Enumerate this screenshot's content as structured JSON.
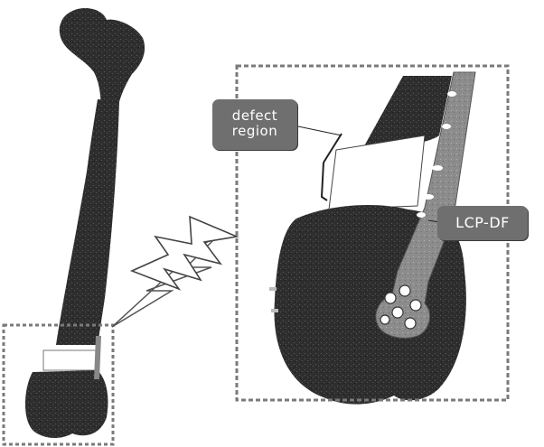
{
  "labels": {
    "defect_line1": "defect",
    "defect_line2": "region",
    "plate": "LCP-DF"
  },
  "colors": {
    "bone_dark": "#2b2b2b",
    "bone_mid": "#444444",
    "plate": "#8a8a8a",
    "label_bg": "#6f6f6f",
    "label_text": "#ffffff",
    "dashed_border": "#7a7a7a"
  }
}
